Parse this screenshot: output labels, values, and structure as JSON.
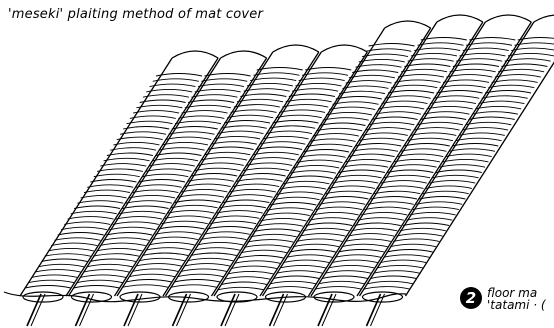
{
  "figure": {
    "title": "'meseki' plaiting method of mat cover",
    "badge_number": "2",
    "caption_line1": "floor ma",
    "caption_line2": "'tatami · ("
  },
  "illustration": {
    "strand_count": 8,
    "colors": {
      "ink": "#000000",
      "paper": "#ffffff"
    }
  }
}
